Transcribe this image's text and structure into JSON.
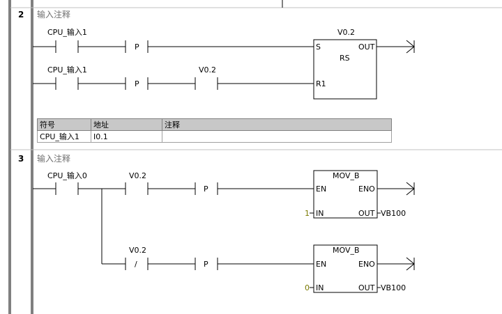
{
  "networks": [
    {
      "number": "2",
      "comment": "输入注释",
      "contact_a": "CPU_输入1",
      "pulse_a": "P",
      "contact_b": "CPU_输入1",
      "pulse_b": "P",
      "contact_c": "V0.2",
      "coil": {
        "address": "V0.2",
        "type": "RS",
        "set_pin": "S",
        "reset_pin": "R1",
        "out_pin": "OUT"
      },
      "symbol_table": {
        "headers": [
          "符号",
          "地址",
          "注释"
        ],
        "rows": [
          [
            "CPU_输入1",
            "I0.1",
            ""
          ]
        ]
      }
    },
    {
      "number": "3",
      "comment": "输入注释",
      "contact_main": "CPU_输入0",
      "contact_a": "V0.2",
      "pulse_a": "P",
      "contact_b": "V0.2",
      "contact_b_symbol": "/",
      "pulse_b": "P",
      "box1": {
        "title": "MOV_B",
        "en": "EN",
        "eno": "ENO",
        "in": "IN",
        "out": "OUT",
        "in_value": "1",
        "out_value": "VB100"
      },
      "box2": {
        "title": "MOV_B",
        "en": "EN",
        "eno": "ENO",
        "in": "IN",
        "out": "OUT",
        "in_value": "0",
        "out_value": "VB100"
      }
    }
  ],
  "colors": {
    "constant": "#7a7a00",
    "rail": "#000000",
    "comment_text": "#707070"
  }
}
